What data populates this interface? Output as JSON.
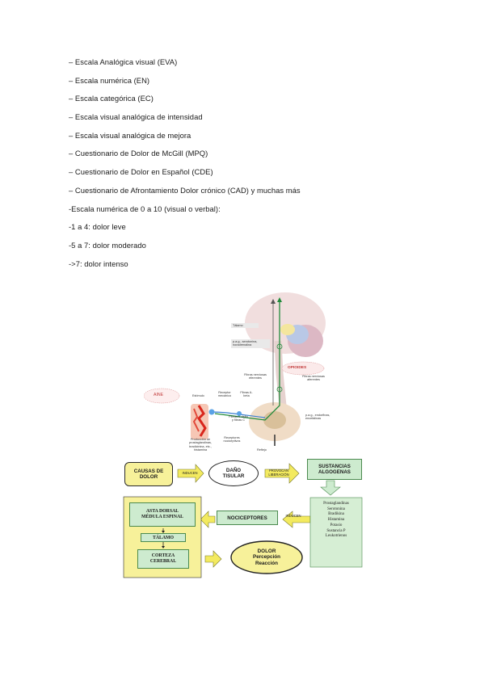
{
  "text_lines": [
    "– Escala Analógica visual (EVA)",
    "– Escala numérica (EN)",
    "– Escala categórica (EC)",
    "– Escala visual analógica de intensidad",
    "– Escala visual analógica de mejora",
    "– Cuestionario de Dolor de McGill (MPQ)",
    "– Cuestionario de Dolor en Español (CDE)",
    "– Cuestionario de Afrontamiento Dolor crónico (CAD) y muchas más",
    "-Escala numérica de 0 a 10 (visual o verbal):",
    "-1 a 4: dolor leve",
    "-5 a 7: dolor moderado",
    "->7: dolor intenso"
  ],
  "neuro_figure": {
    "talamo": "Tálamo",
    "pag": "p.a.g., serotonina, noradrenalina",
    "opioides": "OPIOIDES",
    "fibras_eferentes": "Fibras nerviosas eferentes",
    "fibras_aferentes": "Fibras nerviosas aferentes",
    "aine": "AINE",
    "estimulo": "Estímulo",
    "receptor_mecanico": "Receptor mecánico",
    "fibras_abeta": "Fibras A-beta",
    "fibras_adelta": "Fibras A-delta y fibras C",
    "produccion": "Producción de prostaglandinas, bradicinina, etc., histamina",
    "receptores_nociceptivos": "Receptores nociceptivos",
    "pag2": "p.a.g., endorfinas, encefalinas",
    "reflejo": "Reflejo"
  },
  "flow_diagram": {
    "causas": "CAUSAS DE DOLOR",
    "inducen_1": "INDUCEN",
    "dano": "DAÑO TISULAR",
    "provocan": "PROVOCAN LIBERACIÓN",
    "sustancias": "SUSTANCIAS ALGOGENAS",
    "sustancias_list": [
      "Prostaglandinas",
      "Serotonina",
      "Bradikina",
      "Histamina",
      "Potasio",
      "Sustancia P",
      "Leukotrienos"
    ],
    "inducen_2": "INDUCEN",
    "nociceptores": "NOCICEPTORES",
    "asta": "ASTA DORSAL MÉDULA ESPINAL",
    "talamo": "TÁLAMO",
    "corteza": "CORTEZA CEREBRAL",
    "dolor_title": "DOLOR",
    "dolor_sub1": "Percepción",
    "dolor_sub2": "Reacción"
  },
  "colors": {
    "yellow_box": "#f7f19a",
    "green_box": "#cdebcf",
    "green_panel": "#d6eed4",
    "arrow_yellow": "#f3ea5f",
    "border_dark": "#2b2b2b"
  }
}
